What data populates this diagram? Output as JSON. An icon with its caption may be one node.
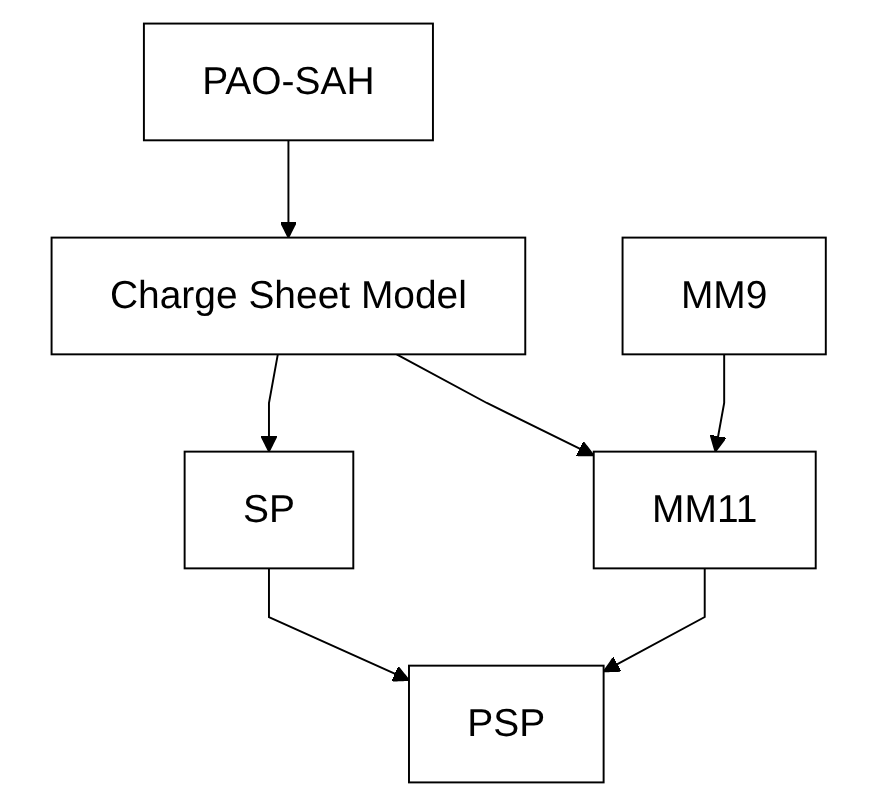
{
  "diagram": {
    "nodes": [
      {
        "text": [
          "PAO-SAH"
        ]
      },
      {
        "text": [
          "Charge Sheet Model"
        ]
      },
      {
        "text": [
          "MM9"
        ]
      },
      {
        "text": [
          "SP"
        ]
      },
      {
        "text": [
          "MM11"
        ]
      },
      {
        "text": [
          "PSP"
        ]
      }
    ],
    "edges": [
      {
        "from": 0,
        "to": 1,
        "arrow": "to"
      },
      {
        "from": 1,
        "to": 3,
        "arrow": "to"
      },
      {
        "from": 1,
        "to": 4,
        "arrow": "to"
      },
      {
        "from": 2,
        "to": 4,
        "arrow": "to"
      },
      {
        "from": 3,
        "to": 5,
        "arrow": "to"
      },
      {
        "from": 4,
        "to": 5,
        "arrow": "to"
      }
    ]
  }
}
